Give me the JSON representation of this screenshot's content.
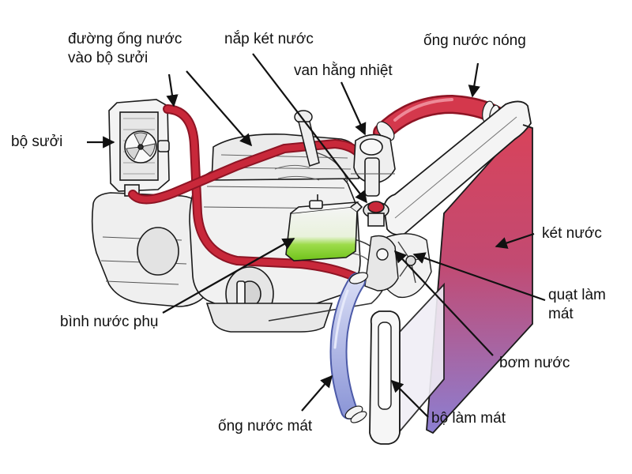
{
  "labels": {
    "heater_inlet_line1": "đường ống nước",
    "heater_inlet_line2": "vào bộ sưởi",
    "radiator_cap": "nắp két nước",
    "upper_hose": "ống nước nóng",
    "thermostat": "van hằng nhiệt",
    "heater_core": "bộ sưởi",
    "radiator": "két nước",
    "fan_line1": "quạt làm",
    "fan_line2": "mát",
    "reservoir": "bình nước phụ",
    "water_pump": "bơm nước",
    "lower_hose": "ống nước mát",
    "cooler": "bộ làm mát"
  },
  "colors": {
    "hot": "#c8283a",
    "hot_dark": "#8e1424",
    "cool": "#aab4e6",
    "cool_dark": "#4c5aa8",
    "coolant_green": "#7ed321",
    "outline": "#1a1a1a",
    "metal": "#ececec",
    "metal_shadow": "#c9c9c9"
  }
}
